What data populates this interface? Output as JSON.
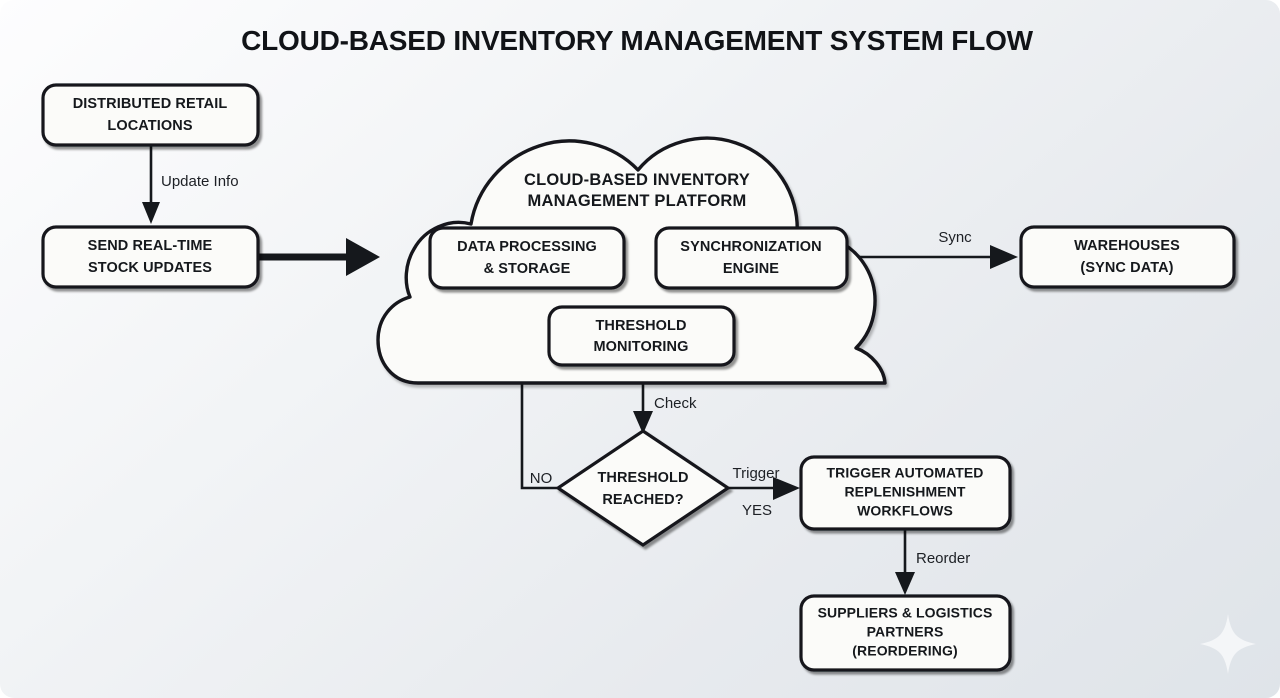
{
  "title": "CLOUD-BASED INVENTORY MANAGEMENT SYSTEM FLOW",
  "colors": {
    "background_start": "#fdfdfe",
    "background_end": "#dfe4e9",
    "node_fill": "#fbfbf9",
    "stroke": "#15181c",
    "text": "#15181c"
  },
  "nodes": {
    "retail_locations": {
      "line1": "DISTRIBUTED RETAIL",
      "line2": "LOCATIONS"
    },
    "stock_updates": {
      "line1": "SEND REAL-TIME",
      "line2": "STOCK UPDATES"
    },
    "cloud_platform": {
      "line1": "CLOUD-BASED INVENTORY",
      "line2": "MANAGEMENT PLATFORM"
    },
    "data_processing": {
      "line1": "DATA PROCESSING",
      "line2": "& STORAGE"
    },
    "sync_engine": {
      "line1": "SYNCHRONIZATION",
      "line2": "ENGINE"
    },
    "threshold_monitoring": {
      "line1": "THRESHOLD",
      "line2": "MONITORING"
    },
    "warehouses": {
      "line1": "WAREHOUSES",
      "line2": "(SYNC DATA)"
    },
    "threshold_decision": {
      "line1": "THRESHOLD",
      "line2": "REACHED?"
    },
    "replenishment": {
      "line1": "TRIGGER AUTOMATED",
      "line2": "REPLENISHMENT",
      "line3": "WORKFLOWS"
    },
    "suppliers": {
      "line1": "SUPPLIERS & LOGISTICS",
      "line2": "PARTNERS",
      "line3": "(REORDERING)"
    }
  },
  "edge_labels": {
    "update_info": "Update Info",
    "sync": "Sync",
    "check": "Check",
    "no": "NO",
    "trigger": "Trigger",
    "yes": "YES",
    "reorder": "Reorder"
  },
  "chart_data": {
    "type": "diagram",
    "title": "CLOUD-BASED INVENTORY MANAGEMENT SYSTEM FLOW",
    "diagram_kind": "flowchart",
    "nodes": [
      {
        "id": "retail_locations",
        "label": "DISTRIBUTED RETAIL LOCATIONS",
        "shape": "rounded-rect"
      },
      {
        "id": "stock_updates",
        "label": "SEND REAL-TIME STOCK UPDATES",
        "shape": "rounded-rect"
      },
      {
        "id": "cloud_platform",
        "label": "CLOUD-BASED INVENTORY MANAGEMENT PLATFORM",
        "shape": "cloud"
      },
      {
        "id": "data_processing",
        "label": "DATA PROCESSING & STORAGE",
        "shape": "rounded-rect",
        "parent": "cloud_platform"
      },
      {
        "id": "sync_engine",
        "label": "SYNCHRONIZATION ENGINE",
        "shape": "rounded-rect",
        "parent": "cloud_platform"
      },
      {
        "id": "threshold_monitoring",
        "label": "THRESHOLD MONITORING",
        "shape": "rounded-rect",
        "parent": "cloud_platform"
      },
      {
        "id": "warehouses",
        "label": "WAREHOUSES (SYNC DATA)",
        "shape": "rounded-rect"
      },
      {
        "id": "threshold_decision",
        "label": "THRESHOLD REACHED?",
        "shape": "diamond"
      },
      {
        "id": "replenishment",
        "label": "TRIGGER AUTOMATED REPLENISHMENT WORKFLOWS",
        "shape": "rounded-rect"
      },
      {
        "id": "suppliers",
        "label": "SUPPLIERS & LOGISTICS PARTNERS (REORDERING)",
        "shape": "rounded-rect"
      }
    ],
    "edges": [
      {
        "from": "retail_locations",
        "to": "stock_updates",
        "label": "Update Info"
      },
      {
        "from": "stock_updates",
        "to": "cloud_platform",
        "label": "",
        "weight": "thick"
      },
      {
        "from": "sync_engine",
        "to": "warehouses",
        "label": "Sync"
      },
      {
        "from": "threshold_monitoring",
        "to": "threshold_decision",
        "label": "Check"
      },
      {
        "from": "threshold_decision",
        "to": "data_processing",
        "label": "NO"
      },
      {
        "from": "threshold_decision",
        "to": "replenishment",
        "label": "Trigger / YES"
      },
      {
        "from": "replenishment",
        "to": "suppliers",
        "label": "Reorder"
      }
    ]
  }
}
